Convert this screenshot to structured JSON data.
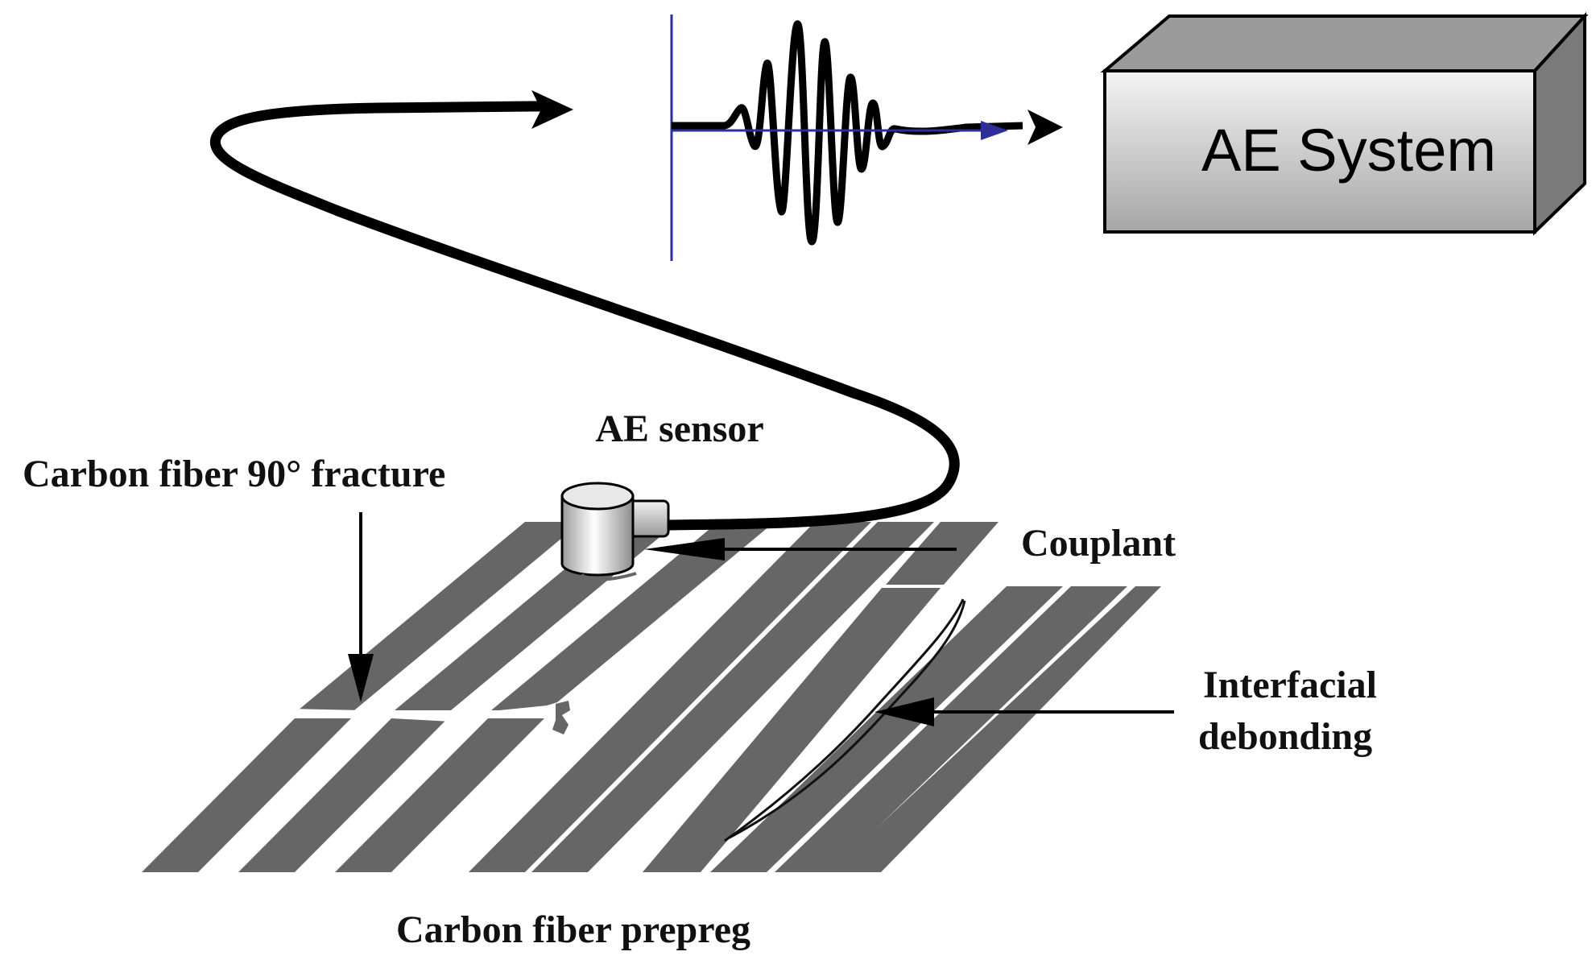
{
  "labels": {
    "ae_system": "AE System",
    "ae_sensor": "AE sensor",
    "fracture": "Carbon fiber 90° fracture",
    "couplant": "Couplant",
    "debonding_line1": "Interfacial",
    "debonding_line2": "debonding",
    "prepreg": "Carbon fiber prepreg"
  },
  "colors": {
    "fiber": "#666666",
    "cable": "#000000",
    "axis": "#2e2e99",
    "box_front_light": "#f2f2f2",
    "box_front_dark": "#a8a8a8",
    "box_top": "#9b9b9b",
    "box_side": "#7a7a7a"
  }
}
